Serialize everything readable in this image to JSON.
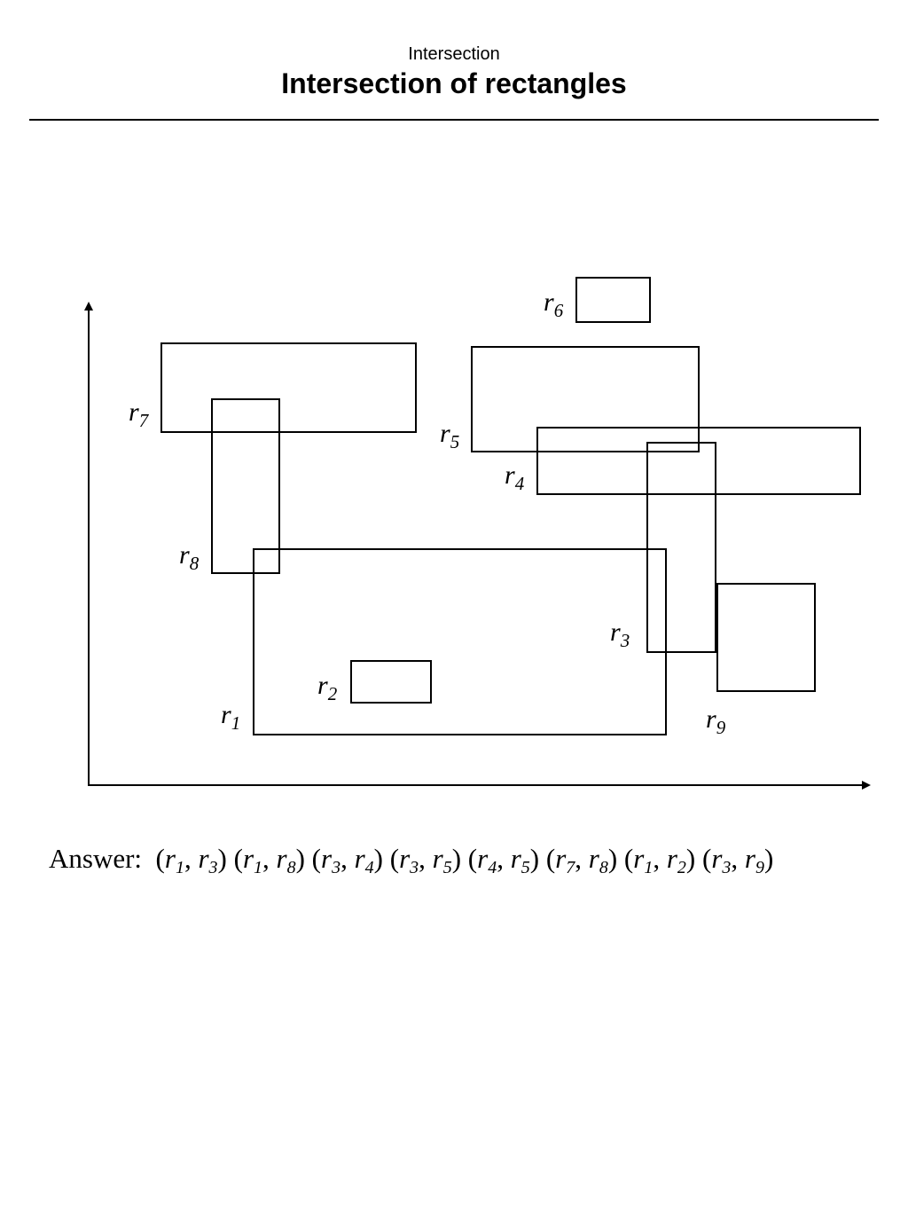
{
  "header": {
    "section": "Intersection",
    "title": "Intersection of rectangles"
  },
  "diagram": {
    "rectangles": [
      {
        "id": "r1",
        "letter": "r",
        "index": "1"
      },
      {
        "id": "r2",
        "letter": "r",
        "index": "2"
      },
      {
        "id": "r3",
        "letter": "r",
        "index": "3"
      },
      {
        "id": "r4",
        "letter": "r",
        "index": "4"
      },
      {
        "id": "r5",
        "letter": "r",
        "index": "5"
      },
      {
        "id": "r6",
        "letter": "r",
        "index": "6"
      },
      {
        "id": "r7",
        "letter": "r",
        "index": "7"
      },
      {
        "id": "r8",
        "letter": "r",
        "index": "8"
      },
      {
        "id": "r9",
        "letter": "r",
        "index": "9"
      }
    ]
  },
  "answer": {
    "label": "Answer:",
    "pairs": [
      [
        "1",
        "3"
      ],
      [
        "1",
        "8"
      ],
      [
        "3",
        "4"
      ],
      [
        "3",
        "5"
      ],
      [
        "4",
        "5"
      ],
      [
        "7",
        "8"
      ],
      [
        "1",
        "2"
      ],
      [
        "3",
        "9"
      ]
    ]
  }
}
